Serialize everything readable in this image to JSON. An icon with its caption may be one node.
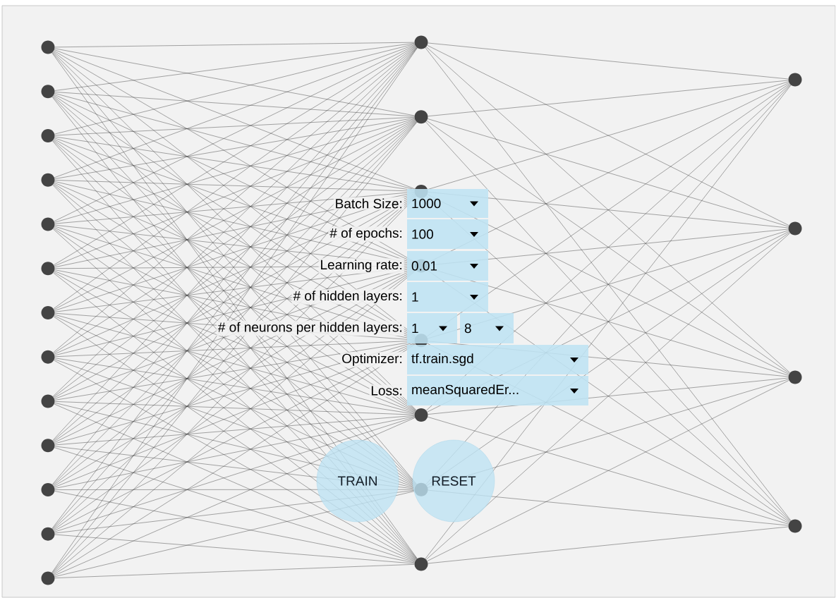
{
  "diagram": {
    "nodes": [
      {
        "text": [],
        "shape": "circle"
      },
      {
        "text": [],
        "shape": "circle"
      },
      {
        "text": [],
        "shape": "circle"
      },
      {
        "text": [],
        "shape": "circle"
      },
      {
        "text": [],
        "shape": "circle"
      },
      {
        "text": [],
        "shape": "circle"
      },
      {
        "text": [],
        "shape": "circle"
      },
      {
        "text": [],
        "shape": "circle"
      },
      {
        "text": [],
        "shape": "circle"
      },
      {
        "text": [],
        "shape": "circle"
      },
      {
        "text": [],
        "shape": "circle"
      },
      {
        "text": [],
        "shape": "circle"
      },
      {
        "text": [],
        "shape": "circle"
      },
      {
        "text": [],
        "shape": "circle"
      },
      {
        "text": [],
        "shape": "circle"
      },
      {
        "text": [],
        "shape": "circle"
      },
      {
        "text": [],
        "shape": "circle"
      },
      {
        "text": [],
        "shape": "circle"
      },
      {
        "text": [],
        "shape": "circle"
      },
      {
        "text": [],
        "shape": "circle"
      },
      {
        "text": [],
        "shape": "circle"
      },
      {
        "text": [],
        "shape": "circle"
      },
      {
        "text": [],
        "shape": "circle"
      },
      {
        "text": [],
        "shape": "circle"
      },
      {
        "text": [],
        "shape": "circle"
      }
    ],
    "edges": [
      {
        "from": 0,
        "to": 13,
        "arrow": "none"
      },
      {
        "from": 0,
        "to": 14,
        "arrow": "none"
      },
      {
        "from": 0,
        "to": 15,
        "arrow": "none"
      },
      {
        "from": 0,
        "to": 16,
        "arrow": "none"
      },
      {
        "from": 0,
        "to": 17,
        "arrow": "none"
      },
      {
        "from": 0,
        "to": 18,
        "arrow": "none"
      },
      {
        "from": 0,
        "to": 19,
        "arrow": "none"
      },
      {
        "from": 0,
        "to": 20,
        "arrow": "none"
      },
      {
        "from": 1,
        "to": 13,
        "arrow": "none"
      },
      {
        "from": 1,
        "to": 14,
        "arrow": "none"
      },
      {
        "from": 1,
        "to": 15,
        "arrow": "none"
      },
      {
        "from": 1,
        "to": 16,
        "arrow": "none"
      },
      {
        "from": 1,
        "to": 17,
        "arrow": "none"
      },
      {
        "from": 1,
        "to": 18,
        "arrow": "none"
      },
      {
        "from": 1,
        "to": 19,
        "arrow": "none"
      },
      {
        "from": 1,
        "to": 20,
        "arrow": "none"
      },
      {
        "from": 2,
        "to": 13,
        "arrow": "none"
      },
      {
        "from": 2,
        "to": 14,
        "arrow": "none"
      },
      {
        "from": 2,
        "to": 15,
        "arrow": "none"
      },
      {
        "from": 2,
        "to": 16,
        "arrow": "none"
      },
      {
        "from": 2,
        "to": 17,
        "arrow": "none"
      },
      {
        "from": 2,
        "to": 18,
        "arrow": "none"
      },
      {
        "from": 2,
        "to": 19,
        "arrow": "none"
      },
      {
        "from": 2,
        "to": 20,
        "arrow": "none"
      },
      {
        "from": 3,
        "to": 13,
        "arrow": "none"
      },
      {
        "from": 3,
        "to": 14,
        "arrow": "none"
      },
      {
        "from": 3,
        "to": 15,
        "arrow": "none"
      },
      {
        "from": 3,
        "to": 16,
        "arrow": "none"
      },
      {
        "from": 3,
        "to": 17,
        "arrow": "none"
      },
      {
        "from": 3,
        "to": 18,
        "arrow": "none"
      },
      {
        "from": 3,
        "to": 19,
        "arrow": "none"
      },
      {
        "from": 3,
        "to": 20,
        "arrow": "none"
      },
      {
        "from": 4,
        "to": 13,
        "arrow": "none"
      },
      {
        "from": 4,
        "to": 14,
        "arrow": "none"
      },
      {
        "from": 4,
        "to": 15,
        "arrow": "none"
      },
      {
        "from": 4,
        "to": 16,
        "arrow": "none"
      },
      {
        "from": 4,
        "to": 17,
        "arrow": "none"
      },
      {
        "from": 4,
        "to": 18,
        "arrow": "none"
      },
      {
        "from": 4,
        "to": 19,
        "arrow": "none"
      },
      {
        "from": 4,
        "to": 20,
        "arrow": "none"
      },
      {
        "from": 5,
        "to": 13,
        "arrow": "none"
      },
      {
        "from": 5,
        "to": 14,
        "arrow": "none"
      },
      {
        "from": 5,
        "to": 15,
        "arrow": "none"
      },
      {
        "from": 5,
        "to": 16,
        "arrow": "none"
      },
      {
        "from": 5,
        "to": 17,
        "arrow": "none"
      },
      {
        "from": 5,
        "to": 18,
        "arrow": "none"
      },
      {
        "from": 5,
        "to": 19,
        "arrow": "none"
      },
      {
        "from": 5,
        "to": 20,
        "arrow": "none"
      },
      {
        "from": 6,
        "to": 13,
        "arrow": "none"
      },
      {
        "from": 6,
        "to": 14,
        "arrow": "none"
      },
      {
        "from": 6,
        "to": 15,
        "arrow": "none"
      },
      {
        "from": 6,
        "to": 16,
        "arrow": "none"
      },
      {
        "from": 6,
        "to": 17,
        "arrow": "none"
      },
      {
        "from": 6,
        "to": 18,
        "arrow": "none"
      },
      {
        "from": 6,
        "to": 19,
        "arrow": "none"
      },
      {
        "from": 6,
        "to": 20,
        "arrow": "none"
      },
      {
        "from": 7,
        "to": 13,
        "arrow": "none"
      },
      {
        "from": 7,
        "to": 14,
        "arrow": "none"
      },
      {
        "from": 7,
        "to": 15,
        "arrow": "none"
      },
      {
        "from": 7,
        "to": 16,
        "arrow": "none"
      },
      {
        "from": 7,
        "to": 17,
        "arrow": "none"
      },
      {
        "from": 7,
        "to": 18,
        "arrow": "none"
      },
      {
        "from": 7,
        "to": 19,
        "arrow": "none"
      },
      {
        "from": 7,
        "to": 20,
        "arrow": "none"
      },
      {
        "from": 8,
        "to": 13,
        "arrow": "none"
      },
      {
        "from": 8,
        "to": 14,
        "arrow": "none"
      },
      {
        "from": 8,
        "to": 15,
        "arrow": "none"
      },
      {
        "from": 8,
        "to": 16,
        "arrow": "none"
      },
      {
        "from": 8,
        "to": 17,
        "arrow": "none"
      },
      {
        "from": 8,
        "to": 18,
        "arrow": "none"
      },
      {
        "from": 8,
        "to": 19,
        "arrow": "none"
      },
      {
        "from": 8,
        "to": 20,
        "arrow": "none"
      },
      {
        "from": 9,
        "to": 13,
        "arrow": "none"
      },
      {
        "from": 9,
        "to": 14,
        "arrow": "none"
      },
      {
        "from": 9,
        "to": 15,
        "arrow": "none"
      },
      {
        "from": 9,
        "to": 16,
        "arrow": "none"
      },
      {
        "from": 9,
        "to": 17,
        "arrow": "none"
      },
      {
        "from": 9,
        "to": 18,
        "arrow": "none"
      },
      {
        "from": 9,
        "to": 19,
        "arrow": "none"
      },
      {
        "from": 9,
        "to": 20,
        "arrow": "none"
      },
      {
        "from": 10,
        "to": 13,
        "arrow": "none"
      },
      {
        "from": 10,
        "to": 14,
        "arrow": "none"
      },
      {
        "from": 10,
        "to": 15,
        "arrow": "none"
      },
      {
        "from": 10,
        "to": 16,
        "arrow": "none"
      },
      {
        "from": 10,
        "to": 17,
        "arrow": "none"
      },
      {
        "from": 10,
        "to": 18,
        "arrow": "none"
      },
      {
        "from": 10,
        "to": 19,
        "arrow": "none"
      },
      {
        "from": 10,
        "to": 20,
        "arrow": "none"
      },
      {
        "from": 11,
        "to": 13,
        "arrow": "none"
      },
      {
        "from": 11,
        "to": 14,
        "arrow": "none"
      },
      {
        "from": 11,
        "to": 15,
        "arrow": "none"
      },
      {
        "from": 11,
        "to": 16,
        "arrow": "none"
      },
      {
        "from": 11,
        "to": 17,
        "arrow": "none"
      },
      {
        "from": 11,
        "to": 18,
        "arrow": "none"
      },
      {
        "from": 11,
        "to": 19,
        "arrow": "none"
      },
      {
        "from": 11,
        "to": 20,
        "arrow": "none"
      },
      {
        "from": 12,
        "to": 13,
        "arrow": "none"
      },
      {
        "from": 12,
        "to": 14,
        "arrow": "none"
      },
      {
        "from": 12,
        "to": 15,
        "arrow": "none"
      },
      {
        "from": 12,
        "to": 16,
        "arrow": "none"
      },
      {
        "from": 12,
        "to": 17,
        "arrow": "none"
      },
      {
        "from": 12,
        "to": 18,
        "arrow": "none"
      },
      {
        "from": 12,
        "to": 19,
        "arrow": "none"
      },
      {
        "from": 12,
        "to": 20,
        "arrow": "none"
      },
      {
        "from": 13,
        "to": 21,
        "arrow": "none"
      },
      {
        "from": 13,
        "to": 22,
        "arrow": "none"
      },
      {
        "from": 13,
        "to": 23,
        "arrow": "none"
      },
      {
        "from": 13,
        "to": 24,
        "arrow": "none"
      },
      {
        "from": 14,
        "to": 21,
        "arrow": "none"
      },
      {
        "from": 14,
        "to": 22,
        "arrow": "none"
      },
      {
        "from": 14,
        "to": 23,
        "arrow": "none"
      },
      {
        "from": 14,
        "to": 24,
        "arrow": "none"
      },
      {
        "from": 15,
        "to": 21,
        "arrow": "none"
      },
      {
        "from": 15,
        "to": 22,
        "arrow": "none"
      },
      {
        "from": 15,
        "to": 23,
        "arrow": "none"
      },
      {
        "from": 15,
        "to": 24,
        "arrow": "none"
      },
      {
        "from": 16,
        "to": 21,
        "arrow": "none"
      },
      {
        "from": 16,
        "to": 22,
        "arrow": "none"
      },
      {
        "from": 16,
        "to": 23,
        "arrow": "none"
      },
      {
        "from": 16,
        "to": 24,
        "arrow": "none"
      },
      {
        "from": 17,
        "to": 21,
        "arrow": "none"
      },
      {
        "from": 17,
        "to": 22,
        "arrow": "none"
      },
      {
        "from": 17,
        "to": 23,
        "arrow": "none"
      },
      {
        "from": 17,
        "to": 24,
        "arrow": "none"
      },
      {
        "from": 18,
        "to": 21,
        "arrow": "none"
      },
      {
        "from": 18,
        "to": 22,
        "arrow": "none"
      },
      {
        "from": 18,
        "to": 23,
        "arrow": "none"
      },
      {
        "from": 18,
        "to": 24,
        "arrow": "none"
      },
      {
        "from": 19,
        "to": 21,
        "arrow": "none"
      },
      {
        "from": 19,
        "to": 22,
        "arrow": "none"
      },
      {
        "from": 19,
        "to": 23,
        "arrow": "none"
      },
      {
        "from": 19,
        "to": 24,
        "arrow": "none"
      },
      {
        "from": 20,
        "to": 21,
        "arrow": "none"
      },
      {
        "from": 20,
        "to": 22,
        "arrow": "none"
      },
      {
        "from": 20,
        "to": 23,
        "arrow": "none"
      },
      {
        "from": 20,
        "to": 24,
        "arrow": "none"
      }
    ],
    "labels": [
      "Batch Size:",
      "1000",
      "# of epochs:",
      "100",
      "Learning rate:",
      "0.01",
      "# of hidden layers:",
      "1",
      "# of neurons per hidden layers:",
      "1",
      "8",
      "Optimizer:",
      "tf.train.sgd",
      "Loss:",
      "meanSquaredEr...",
      "TRAIN",
      "RESET"
    ]
  }
}
